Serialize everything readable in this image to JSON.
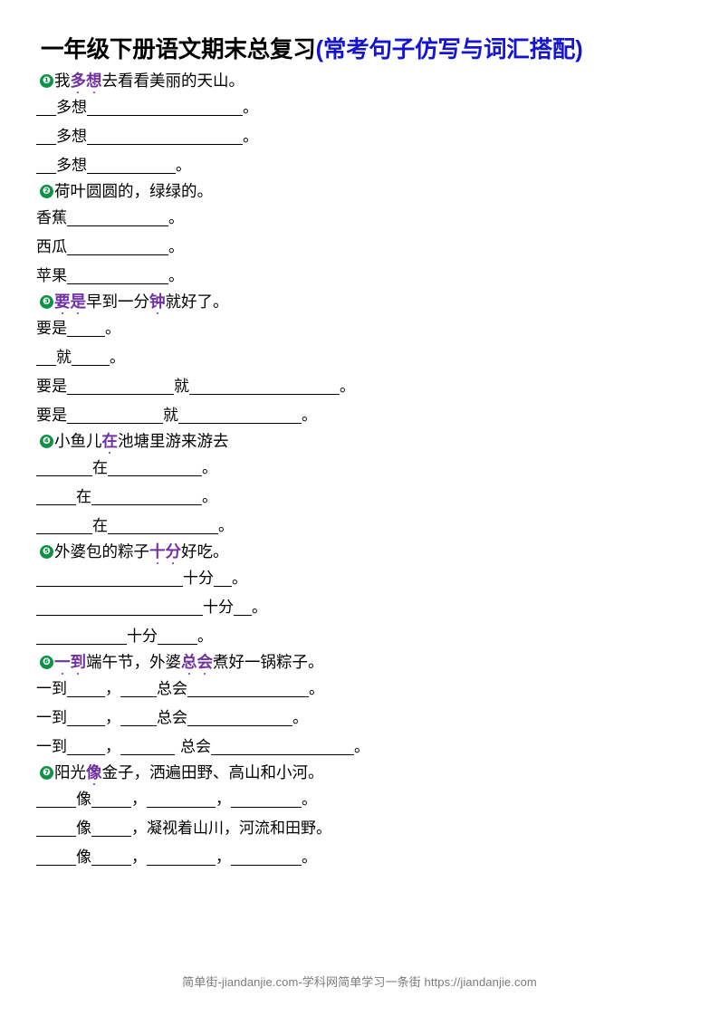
{
  "title": {
    "main": "一年级下册语文期末总复习",
    "paren": "(常考句子仿写与词汇搭配)",
    "black_color": "#000000",
    "blue_color": "#1515CF"
  },
  "theme": {
    "marker_color": "#0E9246",
    "emphasis_color": "#7030A0",
    "rule_color": "#000000",
    "footer_color": "#7B7B7B"
  },
  "items": [
    {
      "number": "❶",
      "stem_parts": [
        {
          "text": "我",
          "emph": false
        },
        {
          "text": "多想",
          "emph": true
        },
        {
          "text": "去看看美丽的天山。",
          "emph": false
        }
      ],
      "lines": [
        {
          "segments": [
            {
              "type": "rule",
              "width": 22
            },
            {
              "type": "text",
              "text": "多想"
            },
            {
              "type": "rule",
              "width": 172
            },
            {
              "type": "period",
              "text": "。"
            }
          ]
        },
        {
          "segments": [
            {
              "type": "rule",
              "width": 22
            },
            {
              "type": "text",
              "text": "多想"
            },
            {
              "type": "rule",
              "width": 172
            },
            {
              "type": "period",
              "text": "。"
            }
          ]
        },
        {
          "segments": [
            {
              "type": "rule",
              "width": 22
            },
            {
              "type": "text",
              "text": "多想"
            },
            {
              "type": "rule",
              "width": 98
            },
            {
              "type": "period",
              "text": "。"
            }
          ]
        }
      ]
    },
    {
      "number": "❷",
      "stem_parts": [
        {
          "text": "荷叶圆圆的，绿绿的。",
          "emph": false
        }
      ],
      "lines": [
        {
          "segments": [
            {
              "type": "text",
              "text": "香蕉"
            },
            {
              "type": "rule",
              "width": 112
            },
            {
              "type": "period",
              "text": "。"
            }
          ]
        },
        {
          "segments": [
            {
              "type": "text",
              "text": "西瓜"
            },
            {
              "type": "rule",
              "width": 112
            },
            {
              "type": "period",
              "text": "。"
            }
          ]
        },
        {
          "segments": [
            {
              "type": "text",
              "text": "苹果"
            },
            {
              "type": "rule",
              "width": 112
            },
            {
              "type": "period",
              "text": "。"
            }
          ]
        }
      ]
    },
    {
      "number": "❸",
      "stem_parts": [
        {
          "text": "",
          "emph": false
        },
        {
          "text": "要是",
          "emph": true
        },
        {
          "text": "早到一分",
          "emph": false
        },
        {
          "text": "钟",
          "emph": true
        },
        {
          "text": "就好了。",
          "emph": false
        }
      ],
      "lines": [
        {
          "segments": [
            {
              "type": "text",
              "text": "要是"
            },
            {
              "type": "rule",
              "width": 42
            },
            {
              "type": "period",
              "text": "。"
            }
          ]
        },
        {
          "segments": [
            {
              "type": "rule",
              "width": 22
            },
            {
              "type": "text",
              "text": "就"
            },
            {
              "type": "rule",
              "width": 42
            },
            {
              "type": "period",
              "text": "。"
            }
          ]
        },
        {
          "segments": [
            {
              "type": "text",
              "text": "要是"
            },
            {
              "type": "rule",
              "width": 118
            },
            {
              "type": "text",
              "text": "就"
            },
            {
              "type": "rule",
              "width": 166
            },
            {
              "type": "period",
              "text": "。"
            }
          ]
        },
        {
          "segments": [
            {
              "type": "text",
              "text": "要是"
            },
            {
              "type": "rule",
              "width": 106
            },
            {
              "type": "text",
              "text": "就"
            },
            {
              "type": "rule",
              "width": 136
            },
            {
              "type": "period",
              "text": "。"
            }
          ]
        }
      ]
    },
    {
      "number": "❹",
      "stem_parts": [
        {
          "text": "小鱼儿",
          "emph": false
        },
        {
          "text": "在",
          "emph": true
        },
        {
          "text": "池塘里游来游去",
          "emph": false
        }
      ],
      "lines": [
        {
          "segments": [
            {
              "type": "rule",
              "width": 62
            },
            {
              "type": "text",
              "text": "在"
            },
            {
              "type": "rule",
              "width": 104
            },
            {
              "type": "period",
              "text": "。"
            }
          ]
        },
        {
          "segments": [
            {
              "type": "rule",
              "width": 44
            },
            {
              "type": "text",
              "text": "在"
            },
            {
              "type": "rule",
              "width": 122
            },
            {
              "type": "period",
              "text": "。"
            }
          ]
        },
        {
          "segments": [
            {
              "type": "rule",
              "width": 62
            },
            {
              "type": "text",
              "text": "在"
            },
            {
              "type": "rule",
              "width": 122
            },
            {
              "type": "period",
              "text": "。"
            }
          ]
        }
      ]
    },
    {
      "number": "❺",
      "stem_parts": [
        {
          "text": "外婆包的粽子",
          "emph": false
        },
        {
          "text": "十分",
          "emph": true
        },
        {
          "text": "好吃。",
          "emph": false
        }
      ],
      "lines": [
        {
          "segments": [
            {
              "type": "rule",
              "width": 162
            },
            {
              "type": "text",
              "text": "十分"
            },
            {
              "type": "rule",
              "width": 20
            },
            {
              "type": "period",
              "text": "。"
            }
          ]
        },
        {
          "segments": [
            {
              "type": "rule",
              "width": 184
            },
            {
              "type": "text",
              "text": "十分"
            },
            {
              "type": "rule",
              "width": 20
            },
            {
              "type": "period",
              "text": "。"
            }
          ]
        },
        {
          "segments": [
            {
              "type": "rule",
              "width": 100
            },
            {
              "type": "text",
              "text": "十分"
            },
            {
              "type": "rule",
              "width": 44
            },
            {
              "type": "period",
              "text": "。"
            }
          ]
        }
      ]
    },
    {
      "number": "❻",
      "stem_parts": [
        {
          "text": "",
          "emph": false
        },
        {
          "text": "一到",
          "emph": true
        },
        {
          "text": "端午节，外婆",
          "emph": false
        },
        {
          "text": "总会",
          "emph": true
        },
        {
          "text": "煮好一锅粽子。",
          "emph": false
        }
      ],
      "lines": [
        {
          "segments": [
            {
              "type": "text",
              "text": "一到"
            },
            {
              "type": "rule",
              "width": 42
            },
            {
              "type": "text",
              "text": "，"
            },
            {
              "type": "rule",
              "width": 40
            },
            {
              "type": "text",
              "text": "总会"
            },
            {
              "type": "rule",
              "width": 134
            },
            {
              "type": "period",
              "text": "。"
            }
          ]
        },
        {
          "segments": [
            {
              "type": "text",
              "text": "一到"
            },
            {
              "type": "rule",
              "width": 42
            },
            {
              "type": "text",
              "text": "，"
            },
            {
              "type": "rule",
              "width": 40
            },
            {
              "type": "text",
              "text": "总会"
            },
            {
              "type": "rule",
              "width": 116
            },
            {
              "type": "period",
              "text": "。"
            }
          ]
        },
        {
          "segments": [
            {
              "type": "text",
              "text": "一到"
            },
            {
              "type": "rule",
              "width": 42
            },
            {
              "type": "text",
              "text": "，"
            },
            {
              "type": "rule",
              "width": 60
            },
            {
              "type": "gap",
              "width": 6
            },
            {
              "type": "text",
              "text": "总会"
            },
            {
              "type": "rule",
              "width": 158
            },
            {
              "type": "period",
              "text": "。"
            }
          ]
        }
      ]
    },
    {
      "number": "❼",
      "stem_parts": [
        {
          "text": "阳光",
          "emph": false
        },
        {
          "text": "像",
          "emph": true
        },
        {
          "text": "金子，洒遍田野、高山和小河。",
          "emph": false
        }
      ],
      "lines": [
        {
          "segments": [
            {
              "type": "rule",
              "width": 44
            },
            {
              "type": "text",
              "text": "像"
            },
            {
              "type": "rule",
              "width": 44
            },
            {
              "type": "text",
              "text": "，"
            },
            {
              "type": "rule",
              "width": 76
            },
            {
              "type": "text",
              "text": "，"
            },
            {
              "type": "rule",
              "width": 78
            },
            {
              "type": "period",
              "text": "。"
            }
          ]
        },
        {
          "segments": [
            {
              "type": "rule",
              "width": 44
            },
            {
              "type": "text",
              "text": "像"
            },
            {
              "type": "rule",
              "width": 44
            },
            {
              "type": "text",
              "text": "，凝视着山川，河流和田野。"
            }
          ]
        },
        {
          "segments": [
            {
              "type": "rule",
              "width": 44
            },
            {
              "type": "text",
              "text": "像"
            },
            {
              "type": "rule",
              "width": 44
            },
            {
              "type": "text",
              "text": "，"
            },
            {
              "type": "rule",
              "width": 76
            },
            {
              "type": "text",
              "text": "，"
            },
            {
              "type": "rule",
              "width": 78
            },
            {
              "type": "period",
              "text": "。"
            }
          ]
        }
      ]
    }
  ],
  "footer": {
    "text": "简单街-jiandanjie.com-学科网简单学习一条街 https://jiandanjie.com"
  }
}
